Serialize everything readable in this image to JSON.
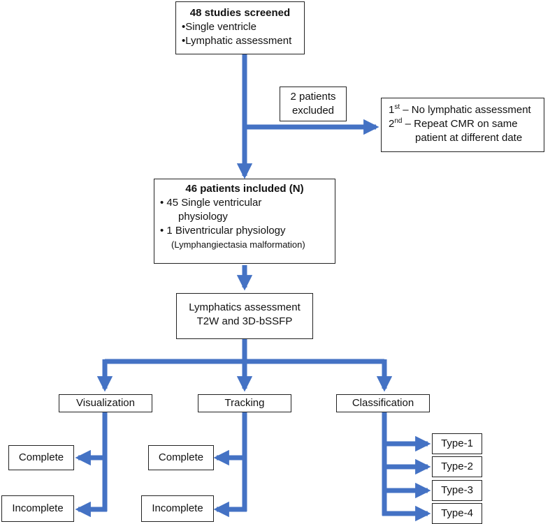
{
  "screened": {
    "title": "48 studies screened",
    "bullets": [
      "•Single ventricle",
      "•Lymphatic assessment"
    ]
  },
  "excluded": {
    "label_line1": "2 patients",
    "label_line2": "excluded",
    "reason1_sup": "st",
    "reason1_num": "1",
    "reason1_text": " – No lymphatic assessment",
    "reason2_sup": "nd",
    "reason2_num": "2",
    "reason2_text": " – Repeat CMR on same",
    "reason2_cont": "patient at different date"
  },
  "included": {
    "title": "46 patients included (N)",
    "bullet1_line1": "•   45 Single ventricular",
    "bullet1_line2": "physiology",
    "bullet2_line1": "•   1 Biventricular physiology",
    "bullet2_note": "(Lymphangiectasia malformation)"
  },
  "assessment": {
    "line1": "Lymphatics assessment",
    "line2": "T2W and 3D-bSSFP"
  },
  "categories": {
    "visualization": "Visualization",
    "tracking": "Tracking",
    "classification": "Classification"
  },
  "outcomes": {
    "vis_complete": "Complete",
    "vis_incomplete": "Incomplete",
    "track_complete": "Complete",
    "track_incomplete": "Incomplete"
  },
  "types": [
    "Type-1",
    "Type-2",
    "Type-3",
    "Type-4"
  ],
  "colors": {
    "arrow": "#4472C4",
    "arrow_edge": "#2f5597",
    "border": "#222222"
  }
}
